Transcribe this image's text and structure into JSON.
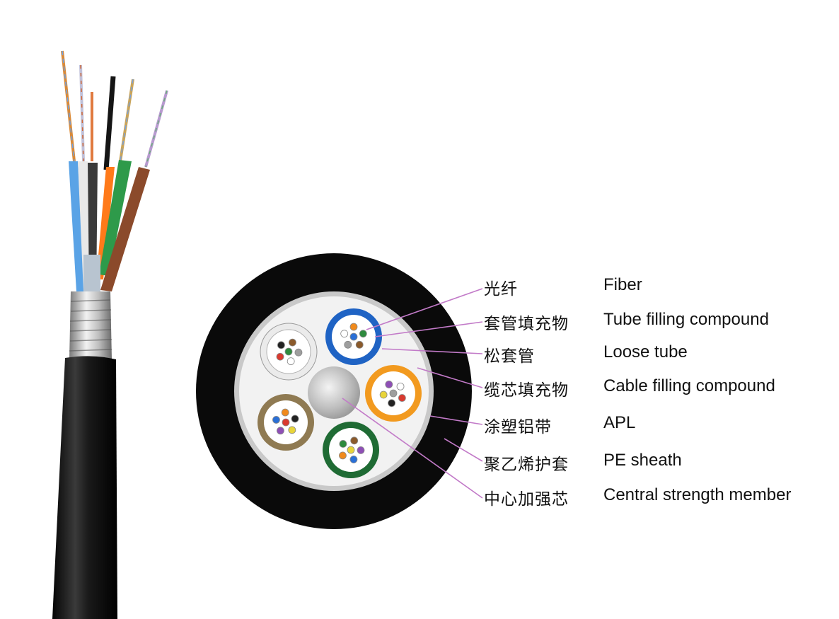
{
  "diagram": {
    "legend": [
      {
        "cn": "光纤",
        "en": "Fiber"
      },
      {
        "cn": "套管填充物",
        "en": "Tube filling compound"
      },
      {
        "cn": "松套管",
        "en": "Loose tube"
      },
      {
        "cn": "缆芯填充物",
        "en": "Cable filling compound"
      },
      {
        "cn": "涂塑铝带",
        "en": "APL"
      },
      {
        "cn": "聚乙烯护套",
        "en": "PE  sheath"
      },
      {
        "cn": "中心加强芯",
        "en": "Central strength member"
      }
    ],
    "colors": {
      "sheath": "#0a0a0a",
      "apl": "#c9c9c9",
      "filling": "#f2f2f2",
      "leader_line": "#c27ac8",
      "tube_blue": "#1f63c4",
      "tube_orange": "#f29a1f",
      "tube_green": "#1f6b34",
      "tube_brown": "#8f7a52",
      "tube_white": "#ebebeb"
    },
    "fiber_colors": [
      "#2a6fd6",
      "#f08a1c",
      "#2e8a3e",
      "#8b5a2b",
      "#9e9e9e",
      "#ffffff",
      "#d93a2f",
      "#222222",
      "#e8d43a",
      "#8e4fb5"
    ]
  }
}
